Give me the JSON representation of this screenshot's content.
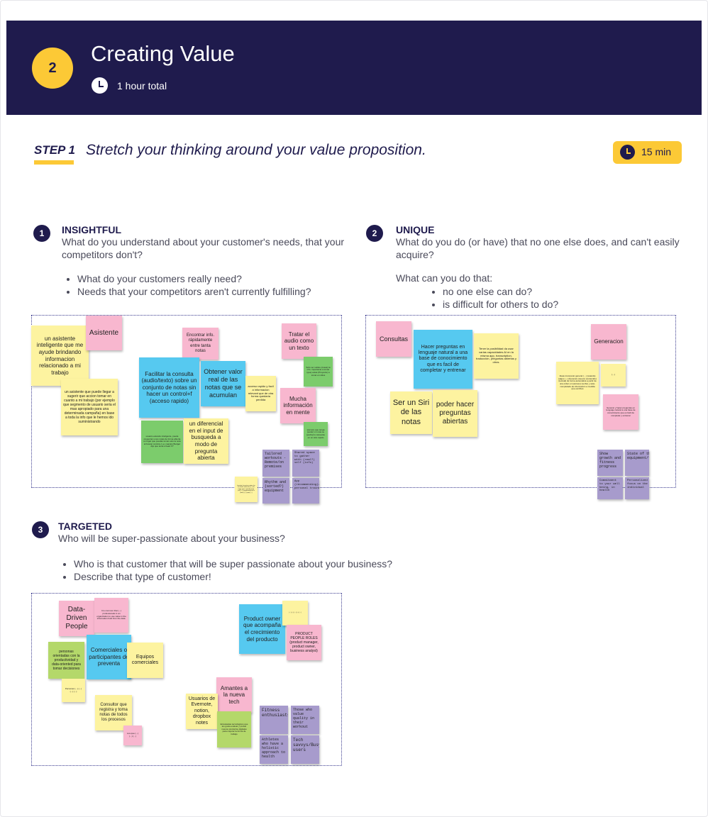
{
  "header": {
    "step_number": "2",
    "title": "Creating Value",
    "duration": "1 hour total"
  },
  "step": {
    "label": "STEP 1",
    "title": "Stretch your thinking around your value proposition.",
    "time": "15 min"
  },
  "sections": [
    {
      "number": "1",
      "title": "INSIGHTFUL",
      "question": "What do you understand about your customer's needs, that your competitors don't?",
      "bullets": [
        "What do your customers really need?",
        "Needs that your competitors aren't currently fulfilling?"
      ],
      "notes": [
        "Asistente",
        "un asistente inteligente que me ayude brindando informacion relacionado a mi trabajo",
        "un asistente que puede llegar a sugerir que accion tomar en cuanto a mi trabajo (por ejemplo que segmento de usuario seria el mas apropiado para una determinada campaña) en base a toda la info que le hemos ido suministrando",
        "Encontrar info. rápidamente entre tanta notas",
        "Facilitar la consulta (audio/texto) sobre un conjunto de notas sin hacer un control+f (acceso rapido)",
        "Obtener valor real de las notas que se acumulan",
        "Tratar el audio como un texto",
        "Sólo ver sutiles (cosas) la info. importante a tomar (que) estas (Proyecto) a tomar en sitios",
        "acceso rapido y facil a informacion relevant que de otra forma quedaria perdida",
        "Mucha información en mente",
        "siempre que tenga (poder) mi nota se (podra) lo relevante en un sitio rapido",
        "usuario estando inteligente, puede preguntar a sus notas de forma abierta en lugar que puedas tomar esto la nota al buscar control+f, ej. cuantos Budget dijo que tenia el lead X?",
        "un diferencial en el input de busqueda a modo de pregunta abierta",
        "Tailored workouts -Remote/on premises",
        "Shared space to gather with (real?) self (info)",
        "Rhythm and (sorted?) equipment",
        "App (recommending)/(virtual) personal trainer",
        "(mostrar) nuestras notas (en el mismo orden de) (...) en lugar que te puedan (ver) (en) (...) (organizado) de la (nota) (...) (que) (...)"
      ]
    },
    {
      "number": "2",
      "title": "UNIQUE",
      "question": "What do you do (or have) that no one else does, and can't easily acquire?",
      "prompt": "What can you do that:",
      "bullets": [
        "no one else can do?",
        "is difficult for others to do?"
      ],
      "notes": [
        "Consultas",
        "Hacer preguntas en lenguaje natural a una base de conocimiento que es facil de completar y entrenar",
        "Tener la posibilidad da usar varias capacidades AI en la misma app, transcription, traducción, preguntas abiertas y otros.",
        "Generacion",
        "Ser un Siri de las notas",
        "poder hacer preguntas abiertas",
        "Ideas incorporar generar (...) (usando) (algo) (...) (Generar) (nuevo) (contenido) (textual) de forma automática a partir de una orden en (acceso) (verbo) y auto-completado de información a medida que escribes",
        "(...)",
        "Generar y hacer preguntas en lenguaje natural a una base de conocimiento que es facil de completar y entrenar",
        "Show growth and fitness progress",
        "State of the art equipment/facility",
        "Commitment to your well being, in health",
        "Personalized focus on the individual"
      ]
    },
    {
      "number": "3",
      "title": "TARGETED",
      "question": "Who will be super-passionate about your business?",
      "bullets": [
        "Who is that customer that will be super passionate about your business?",
        "Describe that type of customer!"
      ],
      "notes": [
        "Data-Driven People",
        "It is common that (...) professionals in an organization to use value in the information built from the data.",
        "personas orientadas con la productividad y data-oriented para tomar decisiones",
        "Comerciales o participantes de preventa",
        "Equipos comerciales",
        "Personas (...) (...) (...) (...)",
        "Consultor que registra y toma notas de todos los procesos",
        "Los que (...) (...) (...)",
        "Product owner que acompaña el crecimiento del producto",
        "(...) (...) (...) (...) (...)",
        "PRODUCT PEOPLE ROLES (product manager, product owner, business analyst)",
        "Amantes a la nueva tech",
        "Usuarios de Evernote, notion, dropbox notes",
        "Entusiastas tecnológicos que les gusta evaluar y probar nuevos productos digitales para mejorar la forma de trabajo",
        "Fitness enthusiasts",
        "Those who value quality in their workout",
        "Athletes who have a holistic approach to health",
        "Tech savvys/Busy users"
      ]
    }
  ],
  "colors": {
    "header_bg": "#1f1b4d",
    "accent_yellow": "#fcc936",
    "sticky_yellow": "#fdf3a0",
    "sticky_pink": "#f8b7cf",
    "sticky_blue": "#56c9f0",
    "sticky_green": "#7ccc6c",
    "sticky_lime": "#b4d86a",
    "sticky_purple": "#a79bcc"
  },
  "icons": {
    "header": "clock-icon",
    "time": "clock-icon"
  }
}
